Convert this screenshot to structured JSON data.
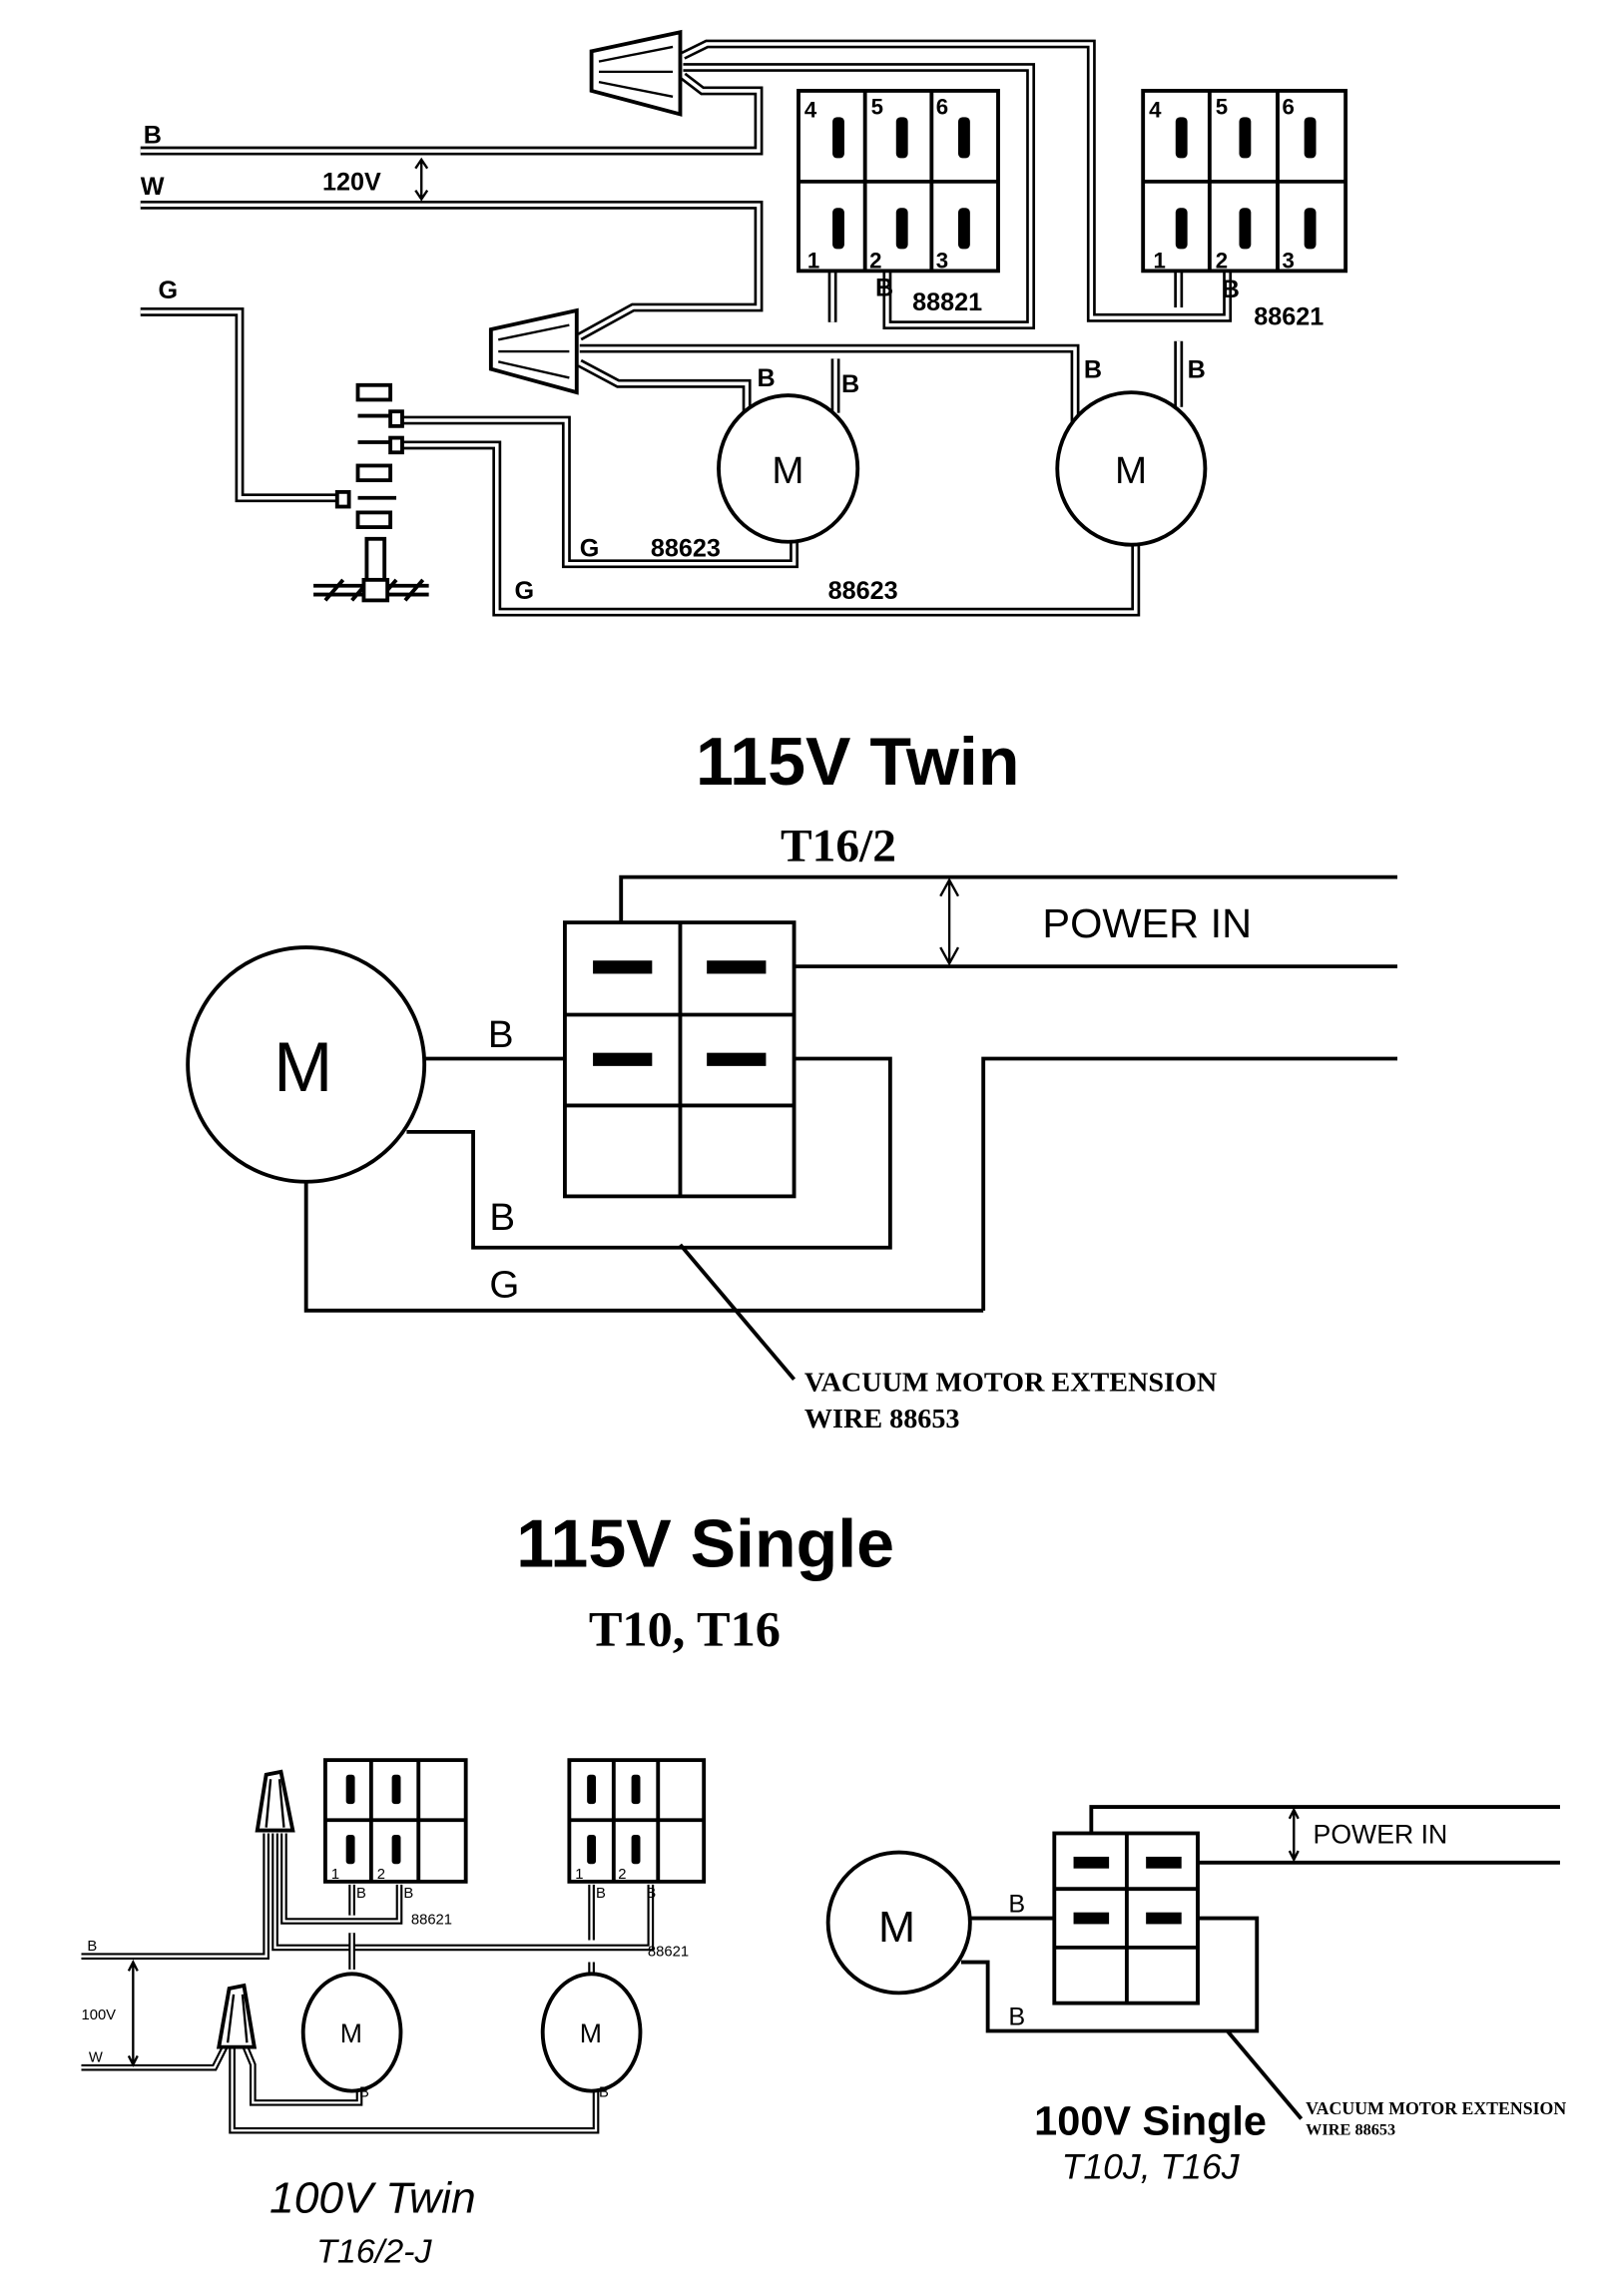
{
  "twin_115v": {
    "wire_b": "B",
    "wire_w": "W",
    "wire_g": "G",
    "voltage": "120V",
    "terminal_numbers": [
      "4",
      "5",
      "6",
      "1",
      "2",
      "3"
    ],
    "switch_b": "B",
    "switch1_part": "88821",
    "switch2_part": "88621",
    "motor_label": "M",
    "motor_wire_b": "B",
    "ground_wire": "G",
    "ground_part": "88623"
  },
  "heading_twin": {
    "title": "115V Twin",
    "model": "T16/2"
  },
  "single_115v": {
    "power_in": "POWER IN",
    "motor_label": "M",
    "wire_b": "B",
    "wire_g": "G",
    "note_line1": "VACUUM MOTOR EXTENSION",
    "note_line2": "WIRE 88653"
  },
  "heading_single": {
    "title": "115V Single",
    "model": "T10, T16"
  },
  "twin_100v": {
    "wire_b": "B",
    "wire_w": "W",
    "voltage": "100V",
    "terminal_numbers": [
      "1",
      "2"
    ],
    "switch_b": "B",
    "switch_part": "88621",
    "motor_label": "M",
    "title": "100V Twin",
    "model": "T16/2-J"
  },
  "single_100v": {
    "power_in": "POWER IN",
    "motor_label": "M",
    "wire_b": "B",
    "note_line1": "VACUUM MOTOR EXTENSION",
    "note_line2": "WIRE 88653",
    "title": "100V Single",
    "model": "T10J, T16J"
  }
}
